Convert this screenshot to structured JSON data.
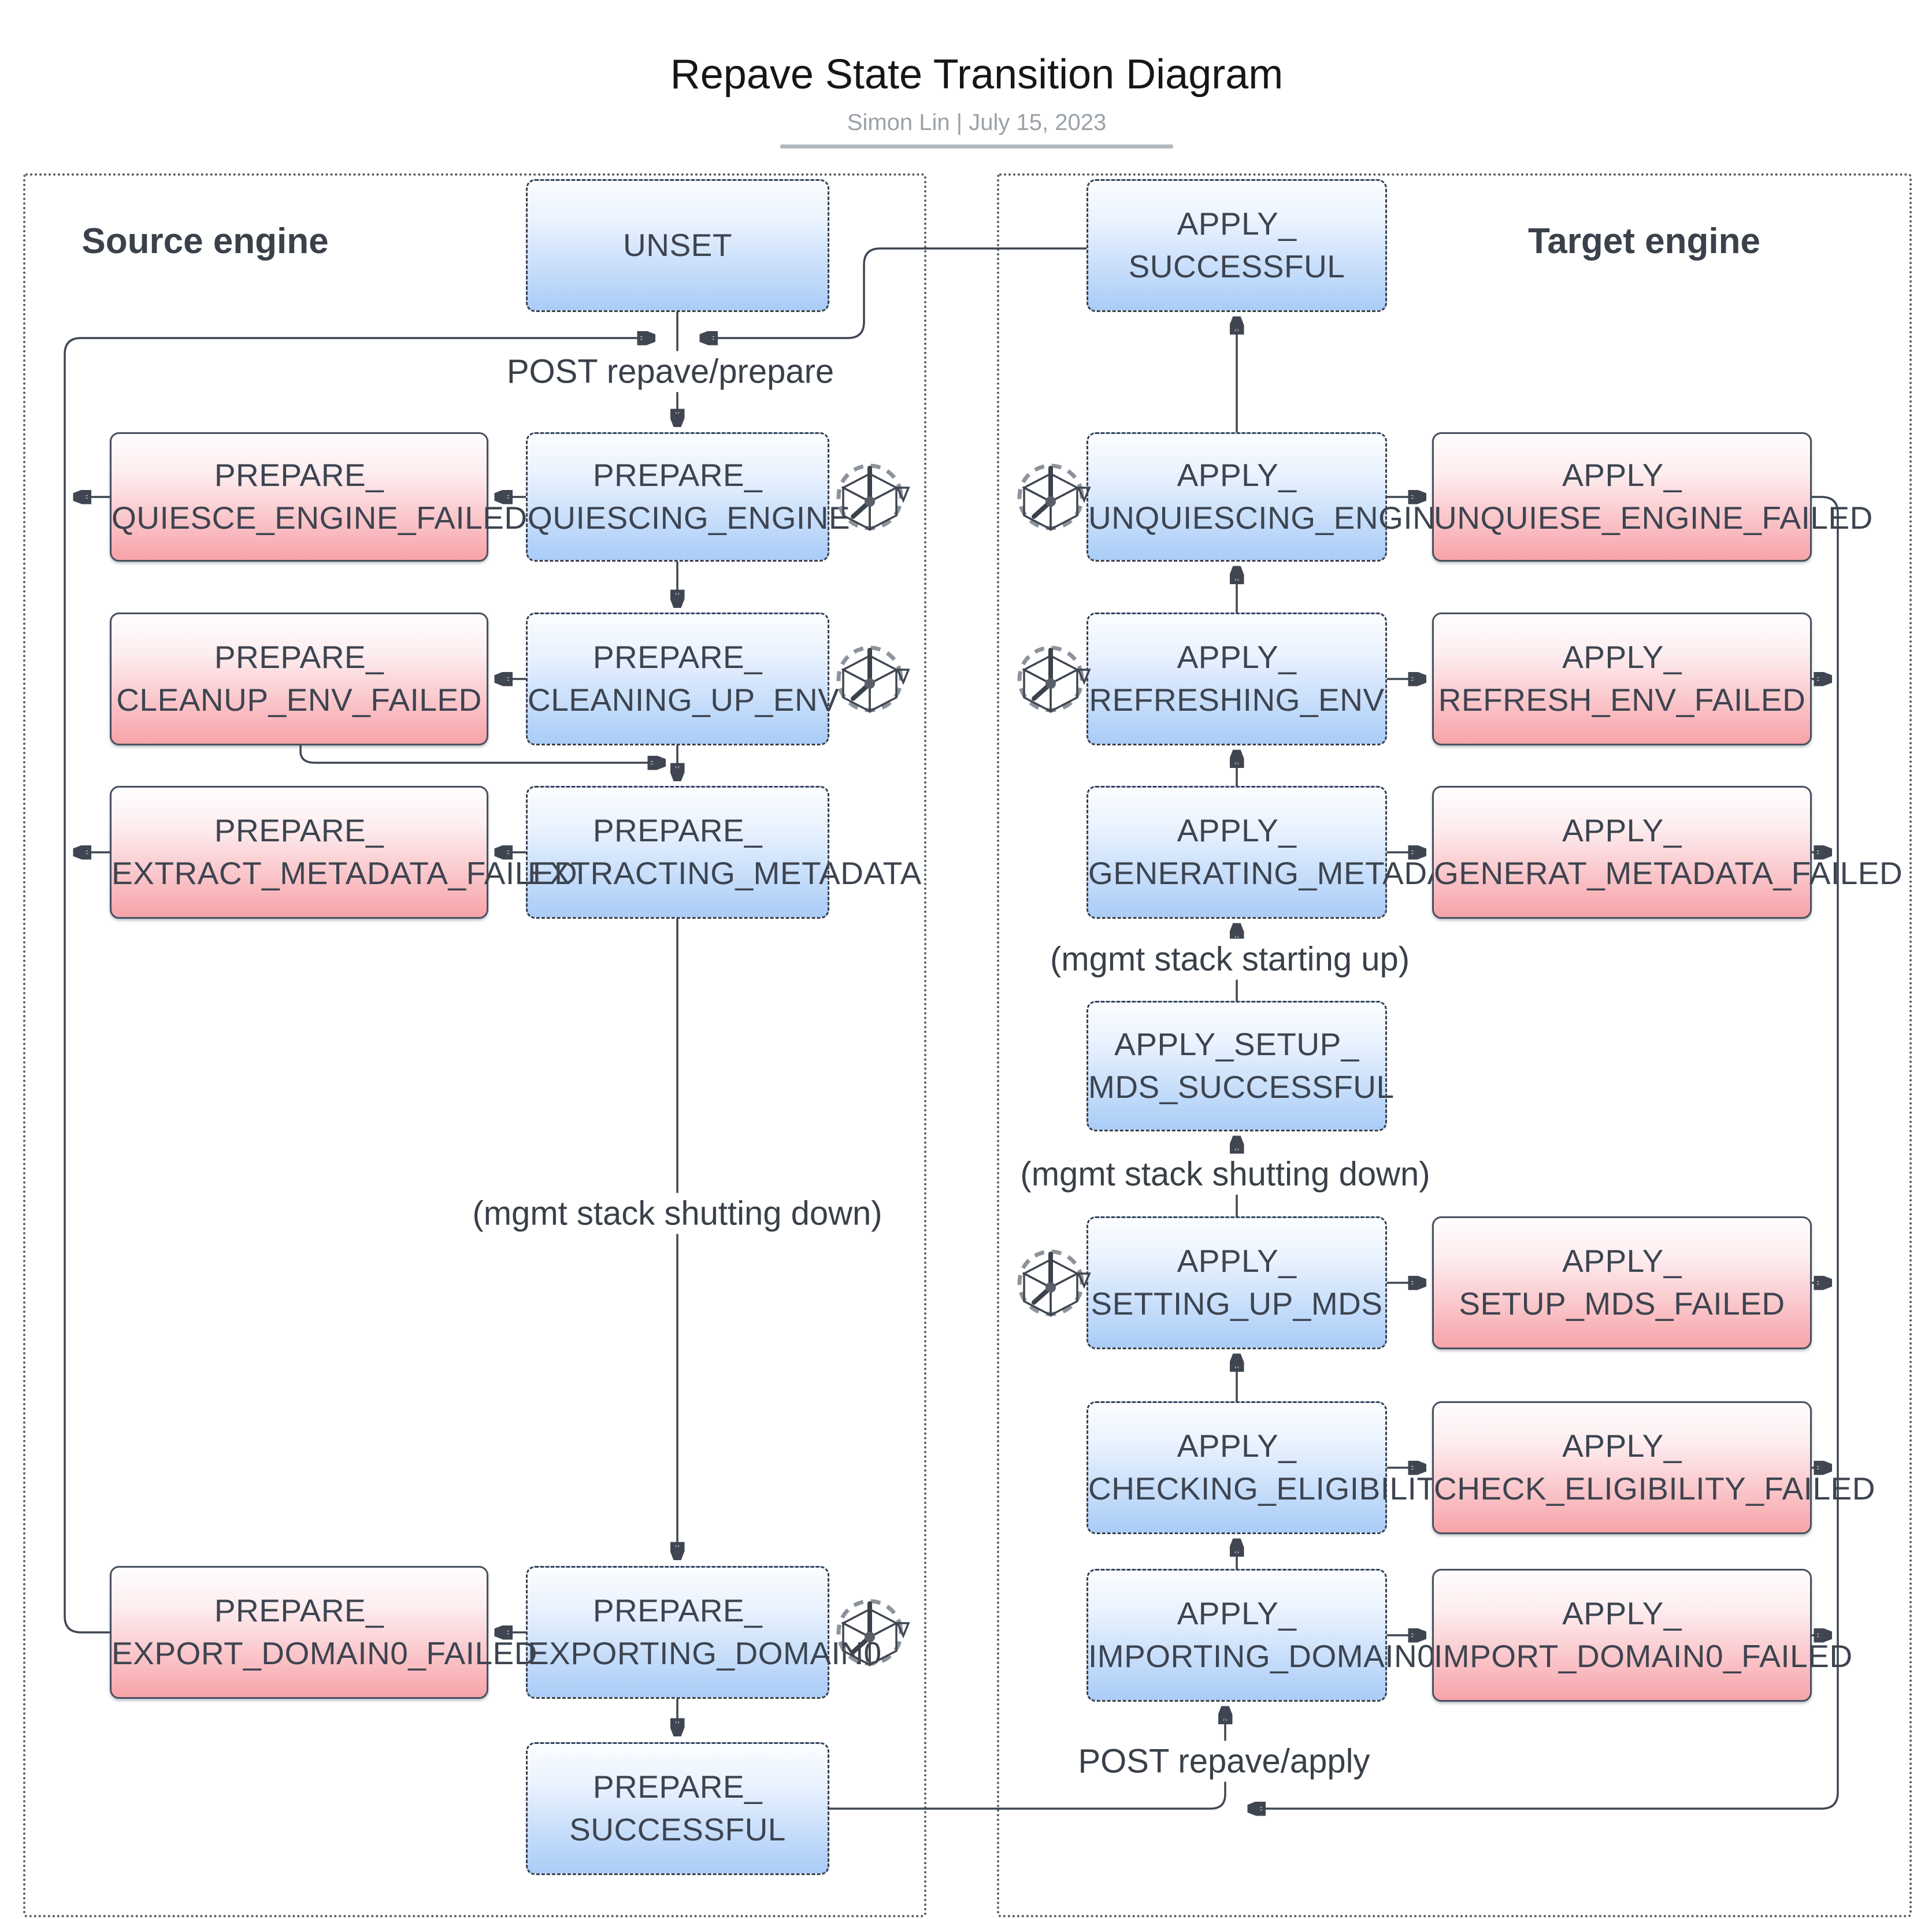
{
  "header": {
    "title": "Repave State Transition Diagram",
    "byline": "Simon Lin | July 15, 2023"
  },
  "sections": {
    "source_label": "Source engine",
    "target_label": "Target engine"
  },
  "edge_labels": {
    "post_prepare": "POST repave/prepare",
    "post_apply": "POST repave/apply",
    "mgmt_shutting_down": "(mgmt stack shutting down)",
    "mgmt_starting_up": "(mgmt stack starting up)"
  },
  "nodes": {
    "unset": "UNSET",
    "prepare_quiescing_engine": "PREPARE_\nQUIESCING_ENGINE",
    "prepare_quiesce_engine_failed": "PREPARE_\nQUIESCE_ENGINE_FAILED",
    "prepare_cleaning_up_env": "PREPARE_\nCLEANING_UP_ENV",
    "prepare_cleanup_env_failed": "PREPARE_\nCLEANUP_ENV_FAILED",
    "prepare_extracting_metadata": "PREPARE_\nEXTRACTING_METADATA",
    "prepare_extract_metadata_failed": "PREPARE_\nEXTRACT_METADATA_FAILED",
    "prepare_exporting_domain0": "PREPARE_\nEXPORTING_DOMAIN0",
    "prepare_export_domain0_failed": "PREPARE_\nEXPORT_DOMAIN0_FAILED",
    "prepare_successful": "PREPARE_\nSUCCESSFUL",
    "apply_successful": "APPLY_\nSUCCESSFUL",
    "apply_unquiescing_engine": "APPLY_\nUNQUIESCING_ENGINE",
    "apply_unquiese_engine_failed": "APPLY_\nUNQUIESE_ENGINE_FAILED",
    "apply_refreshing_env": "APPLY_\nREFRESHING_ENV",
    "apply_refresh_env_failed": "APPLY_\nREFRESH_ENV_FAILED",
    "apply_generating_metadata": "APPLY_\nGENERATING_METADATA",
    "apply_generat_metadata_failed": "APPLY_\nGENERAT_METADATA_FAILED",
    "apply_setup_mds_successful": "APPLY_SETUP_\nMDS_SUCCESSFUL",
    "apply_setting_up_mds": "APPLY_\nSETTING_UP_MDS",
    "apply_setup_mds_failed": "APPLY_\nSETUP_MDS_FAILED",
    "apply_checking_eligibility": "APPLY_\nCHECKING_ELIGIBILITY",
    "apply_check_eligibility_failed": "APPLY_\nCHECK_ELIGIBILITY_FAILED",
    "apply_importing_domain0": "APPLY_\nIMPORTING_DOMAIN0",
    "apply_import_domain0_failed": "APPLY_\nIMPORT_DOMAIN0_FAILED"
  },
  "icons": {
    "in_progress": "cube-clock-icon"
  },
  "colors": {
    "arrow": "#3f4651",
    "state_dashed_border": "#39404c",
    "failed_border": "#485160",
    "blue_gradient_top": "#fbfdff",
    "blue_gradient_bottom": "#a9ccf7",
    "pink_gradient_top": "#fffdfd",
    "pink_gradient_bottom": "#f7a3a9",
    "icon_cube_top": "#3fbfe6",
    "icon_cube_left": "#8ed8f0",
    "icon_cube_right": "#cdeef9",
    "title_underline": "#b2b8bf",
    "byline_text": "#9aa1a8",
    "region_border": "#565d66"
  },
  "edges": [
    {
      "from": "UNSET",
      "to": "PREPARE_QUIESCING_ENGINE",
      "label": "POST repave/prepare"
    },
    {
      "from": "PREPARE_EXPORT_DOMAIN0_FAILED",
      "to": "PREPARE_QUIESCING_ENGINE",
      "label": "POST repave/prepare"
    },
    {
      "from": "APPLY_SUCCESSFUL",
      "to": "PREPARE_QUIESCING_ENGINE",
      "label": "POST repave/prepare"
    },
    {
      "from": "PREPARE_QUIESCING_ENGINE",
      "to": "PREPARE_QUIESCE_ENGINE_FAILED",
      "label": ""
    },
    {
      "from": "PREPARE_QUIESCE_ENGINE_FAILED",
      "to": "PREPARE_QUIESCING_ENGINE",
      "label": ""
    },
    {
      "from": "PREPARE_QUIESCING_ENGINE",
      "to": "PREPARE_CLEANING_UP_ENV",
      "label": ""
    },
    {
      "from": "PREPARE_CLEANING_UP_ENV",
      "to": "PREPARE_CLEANUP_ENV_FAILED",
      "label": ""
    },
    {
      "from": "PREPARE_CLEANUP_ENV_FAILED",
      "to": "PREPARE_EXTRACTING_METADATA",
      "label": ""
    },
    {
      "from": "PREPARE_CLEANING_UP_ENV",
      "to": "PREPARE_EXTRACTING_METADATA",
      "label": ""
    },
    {
      "from": "PREPARE_EXTRACTING_METADATA",
      "to": "PREPARE_EXTRACT_METADATA_FAILED",
      "label": ""
    },
    {
      "from": "PREPARE_EXTRACT_METADATA_FAILED",
      "to": "PREPARE_QUIESCING_ENGINE",
      "label": ""
    },
    {
      "from": "PREPARE_EXTRACTING_METADATA",
      "to": "PREPARE_EXPORTING_DOMAIN0",
      "label": "(mgmt stack shutting down)"
    },
    {
      "from": "PREPARE_EXPORTING_DOMAIN0",
      "to": "PREPARE_EXPORT_DOMAIN0_FAILED",
      "label": ""
    },
    {
      "from": "PREPARE_EXPORTING_DOMAIN0",
      "to": "PREPARE_SUCCESSFUL",
      "label": ""
    },
    {
      "from": "PREPARE_SUCCESSFUL",
      "to": "APPLY_IMPORTING_DOMAIN0",
      "label": "POST repave/apply"
    },
    {
      "from": "APPLY_UNQUIESE_ENGINE_FAILED",
      "to": "APPLY_IMPORTING_DOMAIN0",
      "label": "POST repave/apply"
    },
    {
      "from": "APPLY_REFRESH_ENV_FAILED",
      "to": "APPLY_IMPORTING_DOMAIN0",
      "label": "POST repave/apply"
    },
    {
      "from": "APPLY_GENERAT_METADATA_FAILED",
      "to": "APPLY_IMPORTING_DOMAIN0",
      "label": "POST repave/apply"
    },
    {
      "from": "APPLY_SETUP_MDS_FAILED",
      "to": "APPLY_IMPORTING_DOMAIN0",
      "label": "POST repave/apply"
    },
    {
      "from": "APPLY_CHECK_ELIGIBILITY_FAILED",
      "to": "APPLY_IMPORTING_DOMAIN0",
      "label": "POST repave/apply"
    },
    {
      "from": "APPLY_IMPORT_DOMAIN0_FAILED",
      "to": "APPLY_IMPORTING_DOMAIN0",
      "label": "POST repave/apply"
    },
    {
      "from": "APPLY_IMPORTING_DOMAIN0",
      "to": "APPLY_IMPORT_DOMAIN0_FAILED",
      "label": ""
    },
    {
      "from": "APPLY_IMPORTING_DOMAIN0",
      "to": "APPLY_CHECKING_ELIGIBILITY",
      "label": ""
    },
    {
      "from": "APPLY_CHECKING_ELIGIBILITY",
      "to": "APPLY_CHECK_ELIGIBILITY_FAILED",
      "label": ""
    },
    {
      "from": "APPLY_CHECKING_ELIGIBILITY",
      "to": "APPLY_SETTING_UP_MDS",
      "label": ""
    },
    {
      "from": "APPLY_SETTING_UP_MDS",
      "to": "APPLY_SETUP_MDS_FAILED",
      "label": ""
    },
    {
      "from": "APPLY_SETTING_UP_MDS",
      "to": "APPLY_SETUP_MDS_SUCCESSFUL",
      "label": "(mgmt stack shutting down)"
    },
    {
      "from": "APPLY_SETUP_MDS_SUCCESSFUL",
      "to": "APPLY_GENERATING_METADATA",
      "label": "(mgmt stack starting up)"
    },
    {
      "from": "APPLY_GENERATING_METADATA",
      "to": "APPLY_GENERAT_METADATA_FAILED",
      "label": ""
    },
    {
      "from": "APPLY_GENERATING_METADATA",
      "to": "APPLY_REFRESHING_ENV",
      "label": ""
    },
    {
      "from": "APPLY_REFRESHING_ENV",
      "to": "APPLY_REFRESH_ENV_FAILED",
      "label": ""
    },
    {
      "from": "APPLY_REFRESHING_ENV",
      "to": "APPLY_UNQUIESCING_ENGINE",
      "label": ""
    },
    {
      "from": "APPLY_UNQUIESCING_ENGINE",
      "to": "APPLY_UNQUIESE_ENGINE_FAILED",
      "label": ""
    },
    {
      "from": "APPLY_UNQUIESCING_ENGINE",
      "to": "APPLY_SUCCESSFUL",
      "label": ""
    }
  ]
}
